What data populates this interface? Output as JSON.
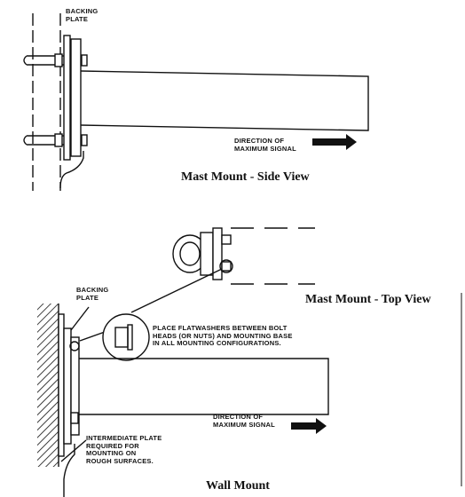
{
  "mast_side": {
    "label_backing_plate": "BACKING\nPLATE",
    "label_direction": "DIRECTION OF\nMAXIMUM SIGNAL",
    "caption": "Mast Mount - Side View"
  },
  "mast_top": {
    "caption": "Mast Mount - Top View",
    "note": "PLACE FLATWASHERS BETWEEN BOLT\nHEADS (OR NUTS) AND MOUNTING BASE\nIN ALL MOUNTING CONFIGURATIONS."
  },
  "wall": {
    "label_backing_plate": "BACKING\nPLATE",
    "label_intermediate": "INTERMEDIATE PLATE\nREQUIRED FOR\nMOUNTING ON\nROUGH SURFACES.",
    "label_direction": "DIRECTION OF\nMAXIMUM SIGNAL",
    "caption": "Wall Mount"
  }
}
